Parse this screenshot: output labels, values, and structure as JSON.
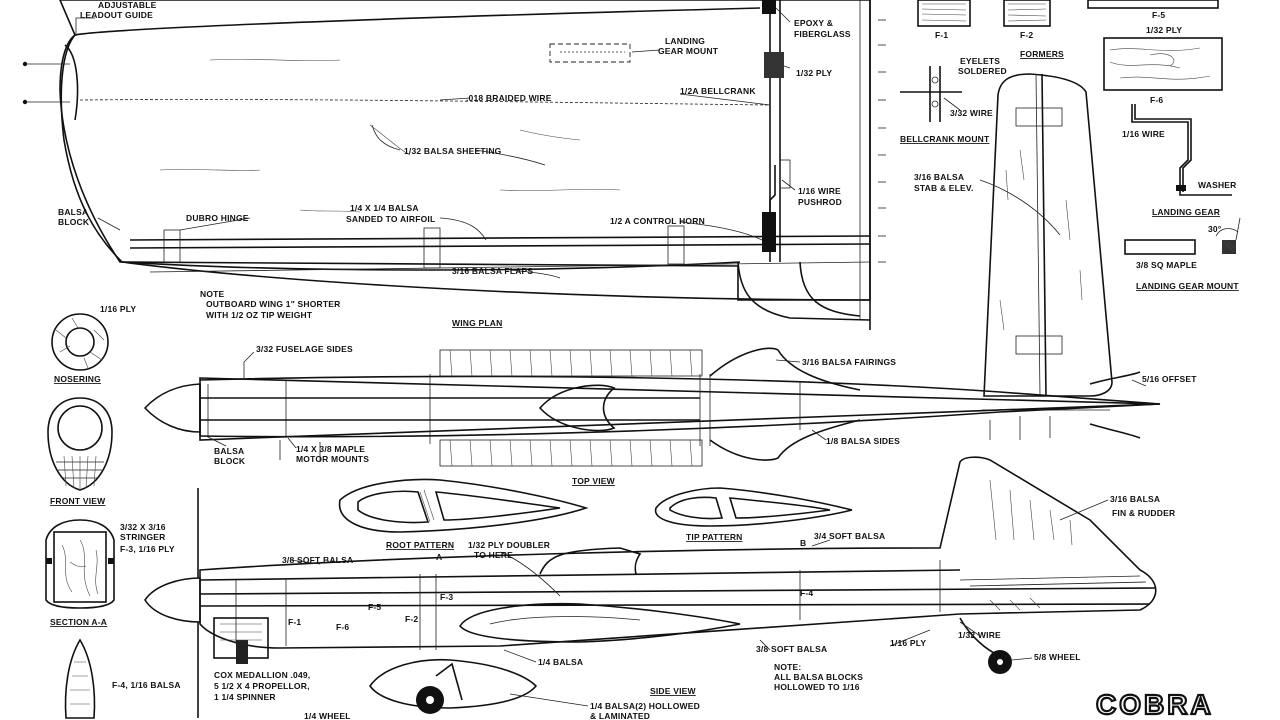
{
  "title": "COBRA",
  "views": {
    "wing_plan": "WING PLAN",
    "top_view": "TOP VIEW",
    "side_view": "SIDE VIEW",
    "front_view": "FRONT VIEW",
    "nosering": "NOSERING",
    "section_aa": "SECTION A-A",
    "root_pattern": "ROOT PATTERN",
    "tip_pattern": "TIP PATTERN",
    "formers": "FORMERS",
    "bellcrank_mount": "BELLCRANK MOUNT",
    "landing_gear": "LANDING GEAR",
    "landing_gear_mount": "LANDING GEAR MOUNT"
  },
  "labels": {
    "adjustable_leadout": [
      "ADJUSTABLE",
      "LEADOUT GUIDE"
    ],
    "landing_gear_mount_wing": [
      "LANDING",
      "GEAR MOUNT"
    ],
    "epoxy_fiberglass": [
      "EPOXY &",
      "FIBERGLASS"
    ],
    "ply_132_wing": "1/32 PLY",
    "bellcrank_half_a": "1/2A BELLCRANK",
    "braided_wire": ".018 BRAIDED WIRE",
    "balsa_sheeting": "1/32 BALSA SHEETING",
    "wire_pushrod": [
      "1/16 WIRE",
      "PUSHROD"
    ],
    "balsa_block_wing": [
      "BALSA",
      "BLOCK"
    ],
    "dubro_hinge": "DUBRO HINGE",
    "balsa_airfoil": [
      "1/4 X 1/4 BALSA",
      "SANDED TO AIRFOIL"
    ],
    "control_horn": "1/2 A CONTROL HORN",
    "balsa_flaps": "3/16 BALSA FLAPS",
    "note_wing": [
      "NOTE",
      "OUTBOARD WING 1\" SHORTER",
      "WITH 1/2 OZ TIP WEIGHT"
    ],
    "ply_116": "1/16 PLY",
    "fuselage_sides": "3/32 FUSELAGE SIDES",
    "balsa_fairings": "3/16 BALSA FAIRINGS",
    "offset": "5/16 OFFSET",
    "balsa_block_fuse": [
      "BALSA",
      "BLOCK"
    ],
    "motor_mounts": [
      "1/4 X 3/8 MAPLE",
      "MOTOR MOUNTS"
    ],
    "balsa_sides": "1/8 BALSA SIDES",
    "stringer": [
      "3/32 X 3/16",
      "STRINGER"
    ],
    "f3_ply": "F-3, 1/16 PLY",
    "f4_balsa": "F-4, 1/16 BALSA",
    "soft_balsa_38": "3/8 SOFT BALSA",
    "ply_doubler": [
      "1/32 PLY DOUBLER",
      "TO HERE"
    ],
    "soft_balsa_34": "3/4 SOFT BALSA",
    "fin_rudder": [
      "3/16 BALSA",
      "FIN & RUDDER"
    ],
    "soft_balsa_38b": "3/8 SOFT BALSA",
    "balsa_14": "1/4 BALSA",
    "ply_116_side": "1/16 PLY",
    "wire_132": "1/32 WIRE",
    "wheel_58": "5/8 WHEEL",
    "engine": [
      "COX MEDALLION .049,",
      "5 1/2 X 4 PROPELLOR,",
      "1 1/4 SPINNER"
    ],
    "note_blocks": [
      "NOTE:",
      "ALL BALSA BLOCKS",
      "HOLLOWED TO 1/16"
    ],
    "balsa_hollowed": [
      "1/4 BALSA(2) HOLLOWED",
      "& LAMINATED"
    ],
    "wheel_14": "1/4 WHEEL",
    "f1": "F-1",
    "f2": "F-2",
    "f5": "F-5",
    "f6": "F-6",
    "f5_ply": "1/32 PLY",
    "f6_wire": "1/16 WIRE",
    "washer": "WASHER",
    "eyelets": [
      "EYELETS",
      "SOLDERED"
    ],
    "wire_332": "3/32 WIRE",
    "stab_elev": [
      "3/16 BALSA",
      "STAB & ELEV."
    ],
    "sq_maple": "3/8 SQ MAPLE",
    "angle_30": "30°",
    "mark_a": "A",
    "mark_b": "B",
    "side_f1": "F-1",
    "side_f2": "F-2",
    "side_f3": "F-3",
    "side_f4": "F-4",
    "side_f5": "F-5",
    "side_f6": "F-6"
  }
}
